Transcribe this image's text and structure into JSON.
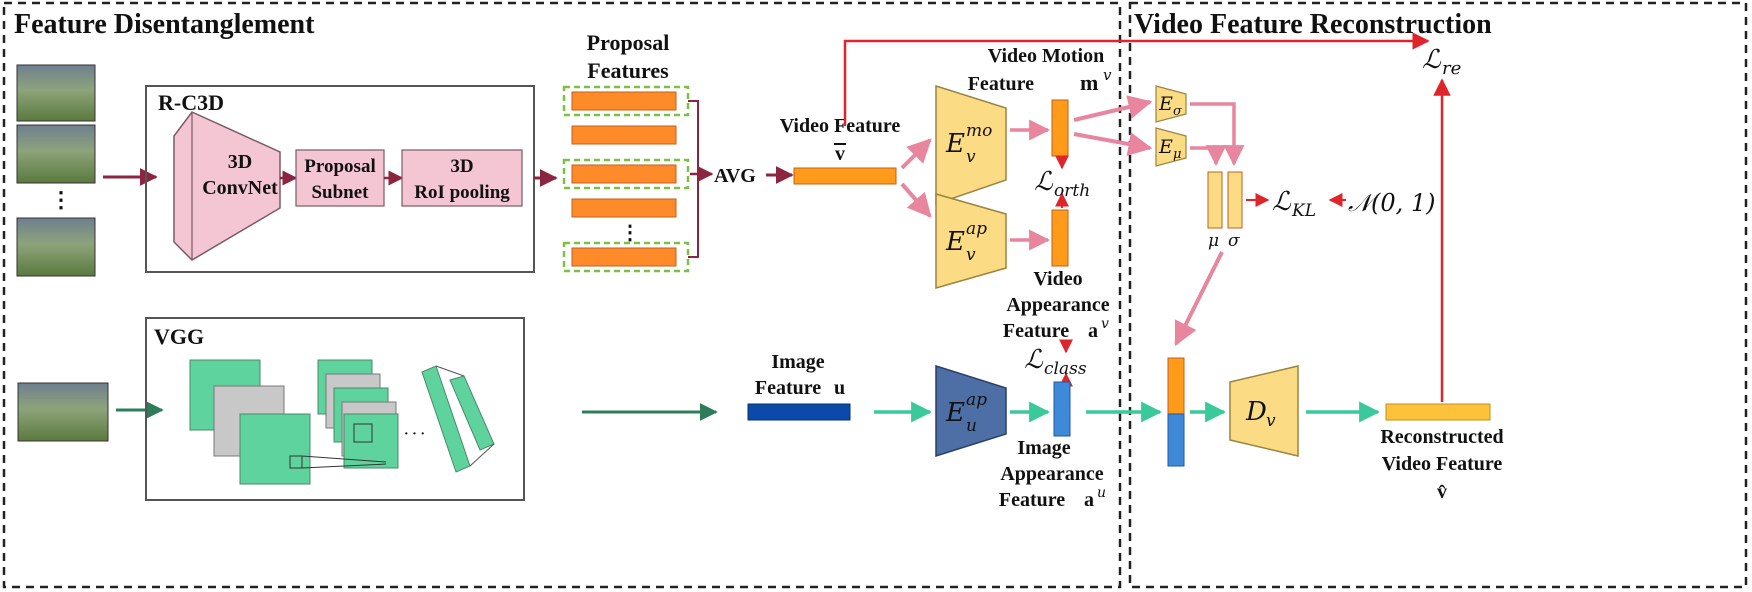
{
  "sections": {
    "left_title": "Feature Disentanglement",
    "right_title": "Video Feature Reconstruction"
  },
  "modules": {
    "rc3d": "R-C3D",
    "convnet_line1": "3D",
    "convnet_line2": "ConvNet",
    "proposal_line1": "Proposal",
    "proposal_line2": "Subnet",
    "roi_line1": "3D",
    "roi_line2": "RoI pooling",
    "vgg": "VGG"
  },
  "labels": {
    "proposal_features_line1": "Proposal",
    "proposal_features_line2": "Features",
    "avg": "AVG",
    "video_feature_line1": "Video Feature",
    "video_feature_symbol": "v",
    "motion_line1": "Video Motion",
    "motion_line2": "Feature",
    "motion_symbol": "m",
    "motion_sup": "v",
    "appearance_line1": "Video",
    "appearance_line2": "Appearance",
    "appearance_line3": "Feature",
    "appearance_symbol": "a",
    "appearance_sup": "v",
    "image_feature_line1": "Image",
    "image_feature_line2": "Feature",
    "image_feature_symbol": "u",
    "image_app_line1": "Image",
    "image_app_line2": "Appearance",
    "image_app_line3": "Feature",
    "image_app_symbol": "a",
    "image_app_sup": "u",
    "recon_line1": "Reconstructed",
    "recon_line2": "Video Feature",
    "recon_symbol": "v̂",
    "ellipsis": "⋮",
    "dots": "· · ·"
  },
  "math": {
    "enc_mo": "E",
    "enc_mo_sub": "v",
    "enc_mo_sup": "mo",
    "enc_ap": "E",
    "enc_ap_sub": "v",
    "enc_ap_sup": "ap",
    "enc_img": "E",
    "enc_img_sub": "u",
    "enc_img_sup": "ap",
    "e_sigma": "E",
    "e_sigma_sub": "σ",
    "e_mu": "E",
    "e_mu_sub": "μ",
    "mu": "μ",
    "sigma": "σ",
    "decoder": "D",
    "decoder_sub": "v",
    "loss_re": "ℒ",
    "loss_re_sub": "re",
    "loss_orth": "ℒ",
    "loss_orth_sub": "orth",
    "loss_class": "ℒ",
    "loss_class_sub": "class",
    "loss_kl": "ℒ",
    "loss_kl_sub": "KL",
    "normal": "𝒩(0, 1)"
  },
  "colors": {
    "rc3d_pink": "#f4c6d4",
    "vgg_green": "#5fd39d",
    "vgg_gray": "#c8c8c8",
    "orange": "#ff8a2a",
    "yellow_encoder": "#fbdc85",
    "blue_feature": "#0b4aa8",
    "blue_encoder": "#4d6fa6",
    "red_line": "#e0242a",
    "maroon_arrow": "#8b2540",
    "green_arrow": "#3ac99a"
  }
}
